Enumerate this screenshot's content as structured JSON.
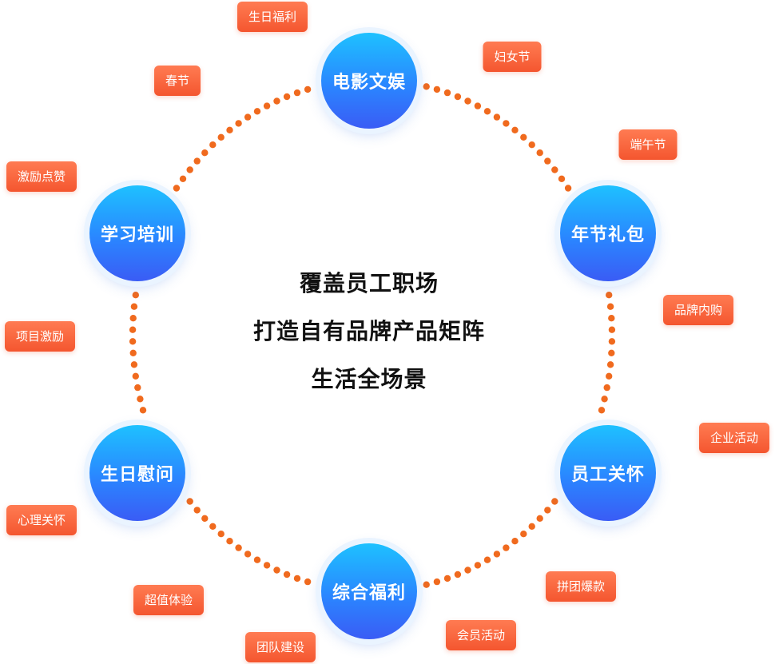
{
  "center_text": {
    "line1": "覆盖员工职场",
    "line2": "打造自有品牌产品矩阵",
    "line3": "生活全场景"
  },
  "hubs": [
    {
      "label": "电影文娱"
    },
    {
      "label": "年节礼包"
    },
    {
      "label": "员工关怀"
    },
    {
      "label": "综合福利"
    },
    {
      "label": "生日慰问"
    },
    {
      "label": "学习培训"
    }
  ],
  "tags": [
    {
      "label": "生日福利"
    },
    {
      "label": "妇女节"
    },
    {
      "label": "春节"
    },
    {
      "label": "端午节"
    },
    {
      "label": "激励点赞"
    },
    {
      "label": "品牌内购"
    },
    {
      "label": "项目激励"
    },
    {
      "label": "企业活动"
    },
    {
      "label": "心理关怀"
    },
    {
      "label": "拼团爆款"
    },
    {
      "label": "超值体验"
    },
    {
      "label": "会员活动"
    },
    {
      "label": "团队建设"
    }
  ],
  "colors": {
    "dot": "#f06a1e",
    "hub_top": "#1ec1ff",
    "hub_bottom": "#3a5cf5",
    "tag": "#f4562f",
    "text": "#111111"
  }
}
